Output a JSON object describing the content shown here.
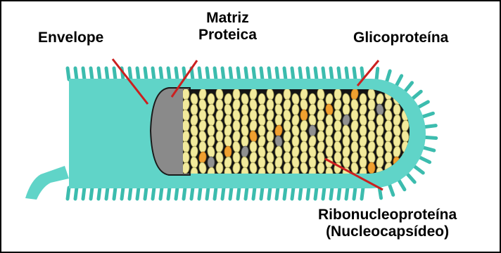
{
  "diagram": {
    "labels": {
      "envelope": "Envelope",
      "matriz_line1": "Matriz",
      "matriz_line2": "Proteica",
      "glicoproteina": "Glicoproteína",
      "ribo_line1": "Ribonucleoproteína",
      "ribo_line2": "(Nucleocapsídeo)"
    },
    "colors": {
      "envelope": "#60d4c8",
      "spikes": "#3cbcae",
      "matrix": "#8a8a8a",
      "core_background": "#141414",
      "ribonucleoprotein": "#f2ea9c",
      "ribonucleoprotein_outline": "#a29a52",
      "orange_particles": "#f0a030",
      "gray_particles": "#909090",
      "leader_lines": "#cc1f1f"
    }
  }
}
